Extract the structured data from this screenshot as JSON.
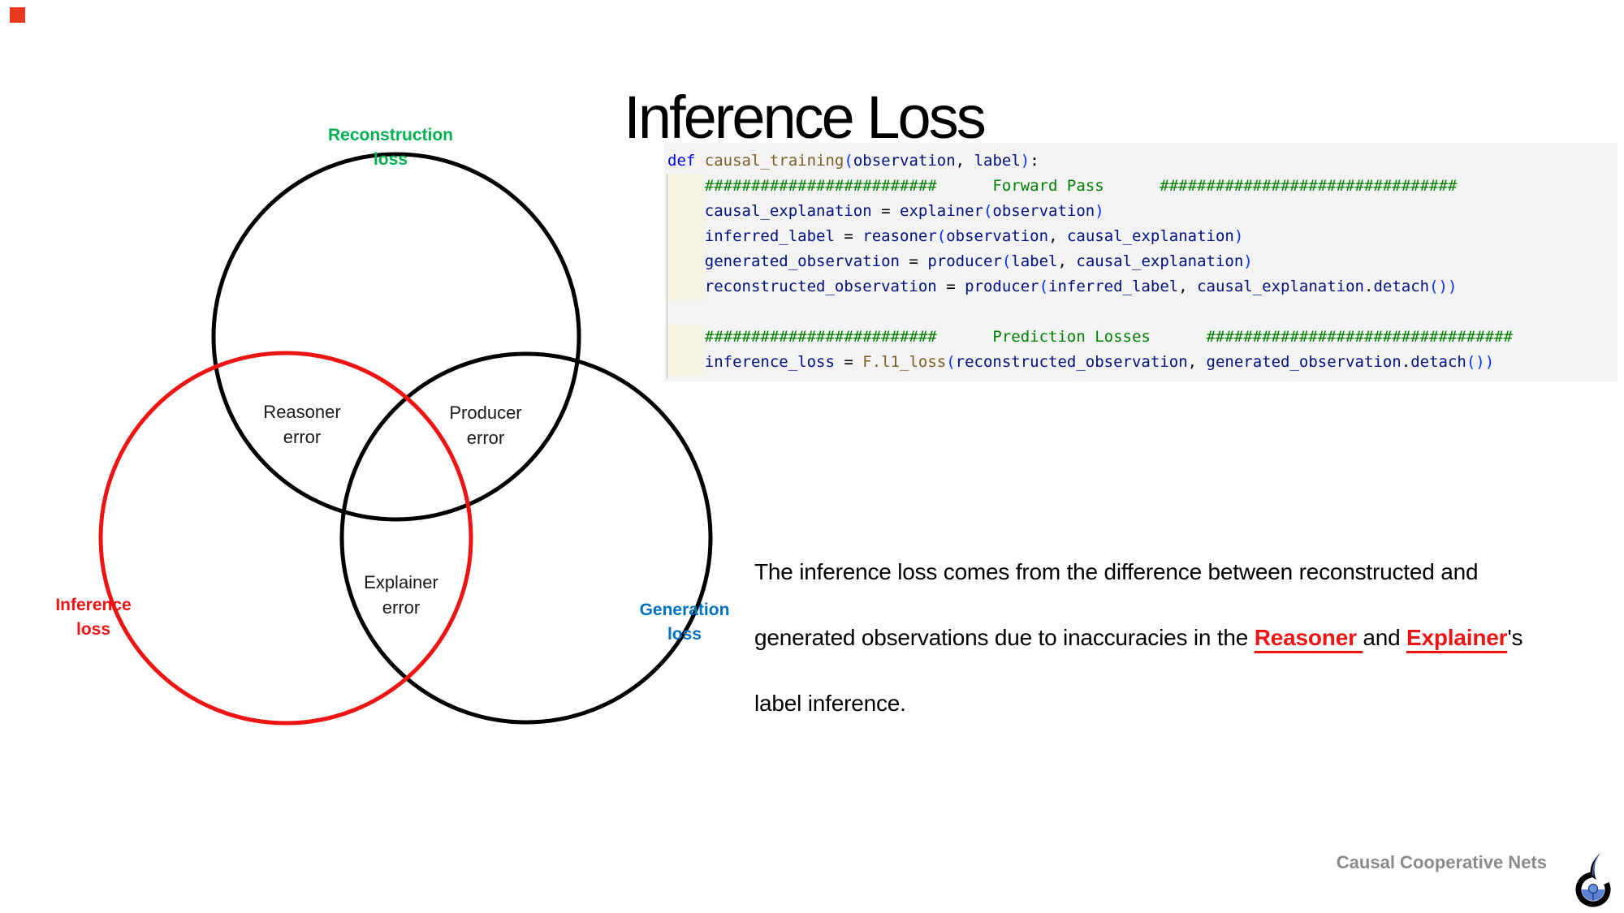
{
  "theme": {
    "green": "#00B050",
    "red": "#EE1414",
    "blue": "#0070C0",
    "gray": "#8A8A8A",
    "marker": "#E8391D",
    "codebg": "#F3F3F3",
    "strip": "#F5F2DE",
    "guide": "#BBBBBB",
    "kw": "#0000FF",
    "fn": "#795E26",
    "var": "#001080",
    "br": "#0431FA",
    "cm": "#008000",
    "pl": "#000000",
    "liquid": "#5B82D6",
    "pinstroke": "#1C3A70"
  },
  "slide": {
    "title": "Inference Loss",
    "footer": "Causal Cooperative Nets"
  },
  "venn": {
    "labels": {
      "reconstruction": {
        "line1": "Reconstruction",
        "line2": "loss"
      },
      "inference": {
        "line1": "Inference",
        "line2": "loss"
      },
      "generation": {
        "line1": "Generation",
        "line2": "loss"
      },
      "reasoner": {
        "line1": "Reasoner",
        "line2": "error"
      },
      "producer": {
        "line1": "Producer",
        "line2": "error"
      },
      "explainer": {
        "line1": "Explainer",
        "line2": "error"
      }
    }
  },
  "code": {
    "lines": [
      [
        {
          "t": "def",
          "c": "kw"
        },
        {
          "t": " ",
          "c": "pl"
        },
        {
          "t": "causal_training",
          "c": "fn"
        },
        {
          "t": "(",
          "c": "br"
        },
        {
          "t": "observation",
          "c": "var"
        },
        {
          "t": ", ",
          "c": "pl"
        },
        {
          "t": "label",
          "c": "var"
        },
        {
          "t": ")",
          "c": "br"
        },
        {
          "t": ":",
          "c": "pl"
        }
      ],
      [
        {
          "t": "    ",
          "c": "pl"
        },
        {
          "t": "#########################      Forward Pass      ################################",
          "c": "cm"
        }
      ],
      [
        {
          "t": "    ",
          "c": "pl"
        },
        {
          "t": "causal_explanation",
          "c": "var"
        },
        {
          "t": " = ",
          "c": "pl"
        },
        {
          "t": "explainer",
          "c": "var"
        },
        {
          "t": "(",
          "c": "br"
        },
        {
          "t": "observation",
          "c": "var"
        },
        {
          "t": ")",
          "c": "br"
        }
      ],
      [
        {
          "t": "    ",
          "c": "pl"
        },
        {
          "t": "inferred_label",
          "c": "var"
        },
        {
          "t": " = ",
          "c": "pl"
        },
        {
          "t": "reasoner",
          "c": "var"
        },
        {
          "t": "(",
          "c": "br"
        },
        {
          "t": "observation",
          "c": "var"
        },
        {
          "t": ", ",
          "c": "pl"
        },
        {
          "t": "causal_explanation",
          "c": "var"
        },
        {
          "t": ")",
          "c": "br"
        }
      ],
      [
        {
          "t": "    ",
          "c": "pl"
        },
        {
          "t": "generated_observation",
          "c": "var"
        },
        {
          "t": " = ",
          "c": "pl"
        },
        {
          "t": "producer",
          "c": "var"
        },
        {
          "t": "(",
          "c": "br"
        },
        {
          "t": "label",
          "c": "var"
        },
        {
          "t": ", ",
          "c": "pl"
        },
        {
          "t": "causal_explanation",
          "c": "var"
        },
        {
          "t": ")",
          "c": "br"
        }
      ],
      [
        {
          "t": "    ",
          "c": "pl"
        },
        {
          "t": "reconstructed_observation",
          "c": "var"
        },
        {
          "t": " = ",
          "c": "pl"
        },
        {
          "t": "producer",
          "c": "var"
        },
        {
          "t": "(",
          "c": "br"
        },
        {
          "t": "inferred_label",
          "c": "var"
        },
        {
          "t": ", ",
          "c": "pl"
        },
        {
          "t": "causal_explanation",
          "c": "var"
        },
        {
          "t": ".",
          "c": "pl"
        },
        {
          "t": "detach",
          "c": "var"
        },
        {
          "t": "()",
          "c": "br"
        },
        {
          "t": ")",
          "c": "br"
        }
      ],
      [],
      [
        {
          "t": "    ",
          "c": "pl"
        },
        {
          "t": "#########################      Prediction Losses      #################################",
          "c": "cm"
        }
      ],
      [
        {
          "t": "    ",
          "c": "pl"
        },
        {
          "t": "inference_loss",
          "c": "var"
        },
        {
          "t": " = ",
          "c": "pl"
        },
        {
          "t": "F.l1_loss",
          "c": "fn"
        },
        {
          "t": "(",
          "c": "br"
        },
        {
          "t": "reconstructed_observation",
          "c": "var"
        },
        {
          "t": ", ",
          "c": "pl"
        },
        {
          "t": "generated_observation",
          "c": "var"
        },
        {
          "t": ".",
          "c": "pl"
        },
        {
          "t": "detach",
          "c": "var"
        },
        {
          "t": "()",
          "c": "br"
        },
        {
          "t": ")",
          "c": "br"
        }
      ]
    ]
  },
  "explanation": {
    "lines": [
      [
        {
          "t": "The inference loss comes from the difference between reconstructed and"
        }
      ],
      [
        {
          "t": "generated observations due to inaccuracies in the "
        },
        {
          "t": "Reasoner ",
          "em": true
        },
        {
          "t": "and "
        },
        {
          "t": "Explainer",
          "em": true
        },
        {
          "t": "'s"
        }
      ],
      [
        {
          "t": "label inference."
        }
      ]
    ]
  }
}
